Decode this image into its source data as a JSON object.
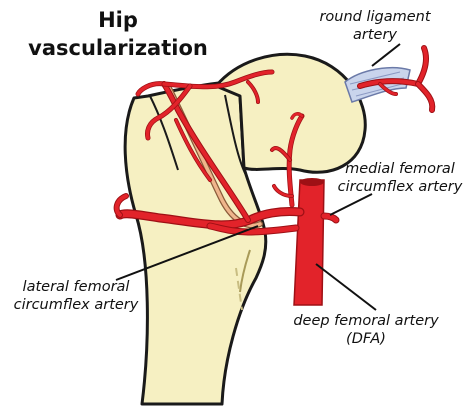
{
  "title": {
    "line1": "Hip",
    "line2": "vascularization"
  },
  "labels": {
    "round_ligament": {
      "line1": "round ligament",
      "line2": "artery"
    },
    "medial_femoral": {
      "line1": "medial femoral",
      "line2": "circumflex artery"
    },
    "lateral_femoral": {
      "line1": "lateral femoral",
      "line2": "circumflex artery"
    },
    "deep_femoral": {
      "line1": "deep femoral artery",
      "line2": "(DFA)"
    }
  },
  "colors": {
    "bone_fill": "#f6f0c2",
    "bone_outline": "#1a1a1a",
    "artery": "#e2232a",
    "artery_dark": "#9e1015",
    "retinacular": "#efb58b",
    "ligament": "#c9d4ec"
  }
}
